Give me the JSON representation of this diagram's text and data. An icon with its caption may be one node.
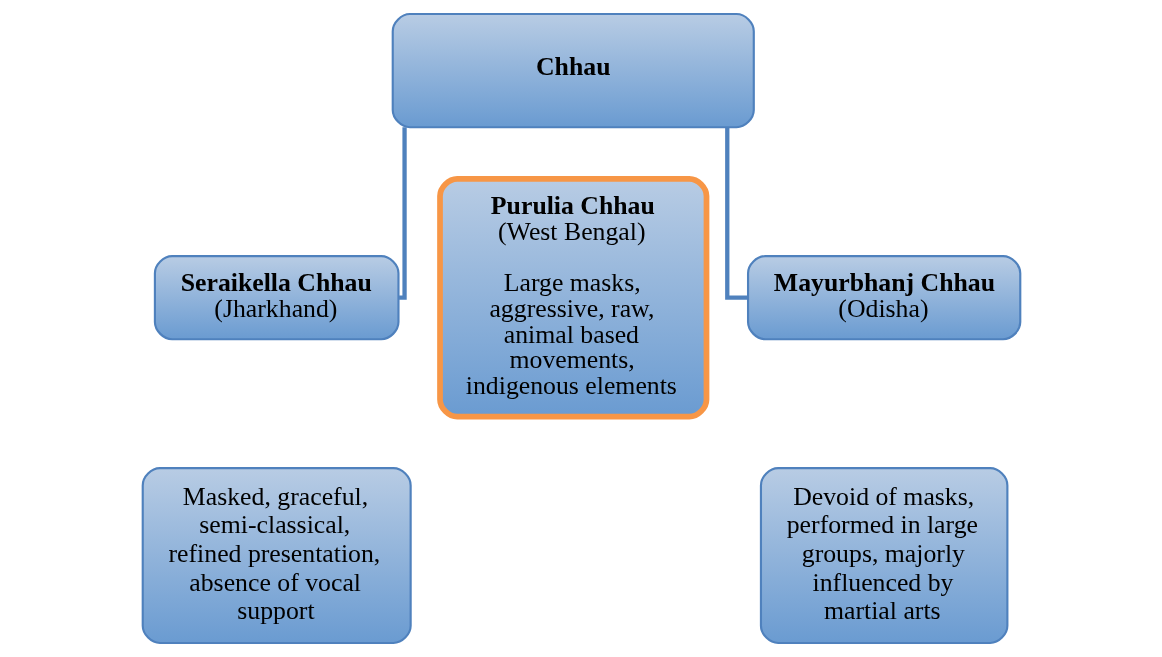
{
  "diagram": {
    "nodes": [
      {
        "text": [
          "Chhau"
        ]
      },
      {
        "text": [
          "Seraikella Chhau",
          "(Jharkhand)"
        ]
      },
      {
        "text": [
          "Masked, graceful, semi-classical, refined presentation, absence of vocal support"
        ]
      },
      {
        "text": [
          "Purulia Chhau",
          "(West Bengal)",
          "Large masks, aggressive, raw, animal based movements, indigenous elements"
        ]
      },
      {
        "text": [
          "Mayurbhanj Chhau",
          "(Odisha)"
        ]
      },
      {
        "text": [
          "Devoid of masks, performed in large groups, majorly influenced by martial arts"
        ]
      }
    ],
    "edges": [
      {
        "from": 0,
        "to": 1,
        "arrow": "none"
      },
      {
        "from": 0,
        "to": 4,
        "arrow": "none"
      }
    ]
  }
}
